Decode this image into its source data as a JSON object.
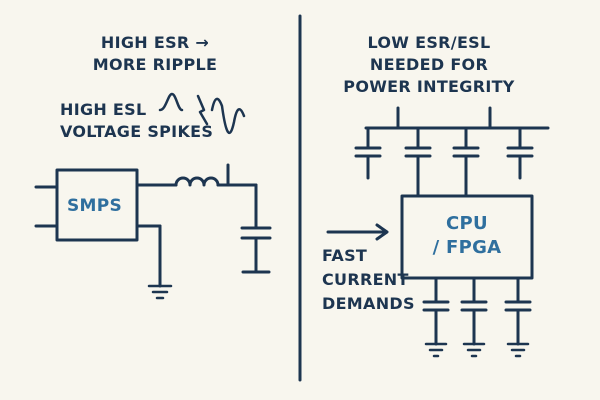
{
  "colors": {
    "ink": "#1d3550",
    "accent": "#2f6f9e",
    "background": "#f8f6ee"
  },
  "left": {
    "heading_line1": "HIGH ESR →",
    "heading_line2": "MORE RIPPLE",
    "esl_line1": "HIGH ESL",
    "esl_line2": "VOLTAGE SPIKES",
    "block_label": "SMPS"
  },
  "right": {
    "heading_line1": "LOW ESR/ESL",
    "heading_line2": "NEEDED FOR",
    "heading_line3": "POWER INTEGRITY",
    "chip_line1": "CPU",
    "chip_line2": "/ FPGA",
    "demand_line1": "FAST",
    "demand_line2": "CURRENT",
    "demand_line3": "DEMANDS"
  }
}
